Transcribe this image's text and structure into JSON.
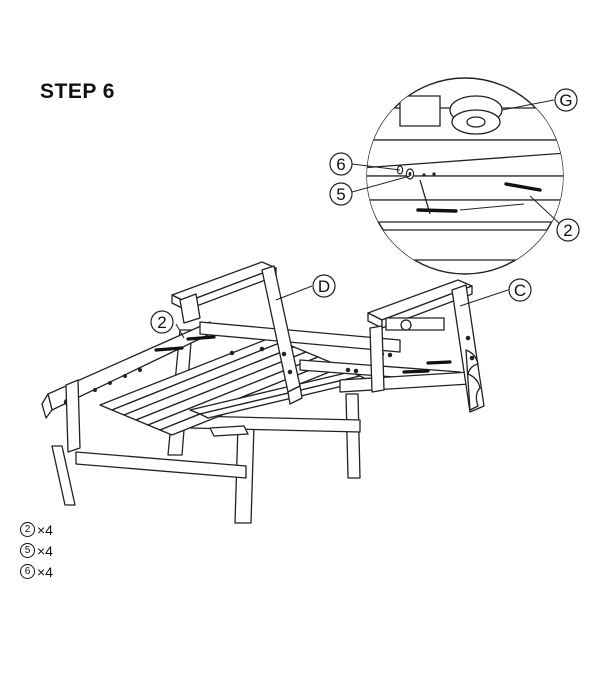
{
  "title": "STEP 6",
  "callouts": {
    "main_2": "2",
    "main_D": "D",
    "main_C": "C",
    "detail_6": "6",
    "detail_5": "5",
    "detail_G": "G",
    "detail_2": "2"
  },
  "parts": [
    {
      "num": "2",
      "qty": "×4"
    },
    {
      "num": "5",
      "qty": "×4"
    },
    {
      "num": "6",
      "qty": "×4"
    }
  ]
}
